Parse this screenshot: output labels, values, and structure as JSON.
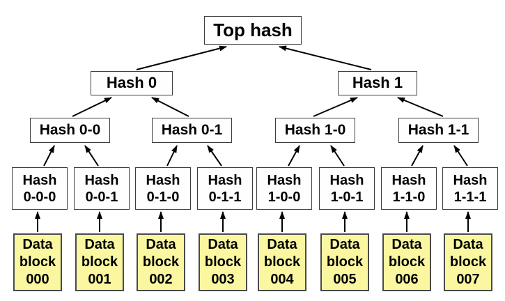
{
  "tree": {
    "root": {
      "label": "Top hash"
    },
    "level2": [
      {
        "label": "Hash 0"
      },
      {
        "label": "Hash 1"
      }
    ],
    "level3": [
      {
        "label": "Hash 0-0"
      },
      {
        "label": "Hash 0-1"
      },
      {
        "label": "Hash 1-0"
      },
      {
        "label": "Hash 1-1"
      }
    ],
    "level4": [
      {
        "line1": "Hash",
        "line2": "0-0-0"
      },
      {
        "line1": "Hash",
        "line2": "0-0-1"
      },
      {
        "line1": "Hash",
        "line2": "0-1-0"
      },
      {
        "line1": "Hash",
        "line2": "0-1-1"
      },
      {
        "line1": "Hash",
        "line2": "1-0-0"
      },
      {
        "line1": "Hash",
        "line2": "1-0-1"
      },
      {
        "line1": "Hash",
        "line2": "1-1-0"
      },
      {
        "line1": "Hash",
        "line2": "1-1-1"
      }
    ],
    "data_blocks": [
      {
        "line1": "Data",
        "line2": "block",
        "line3": "000"
      },
      {
        "line1": "Data",
        "line2": "block",
        "line3": "001"
      },
      {
        "line1": "Data",
        "line2": "block",
        "line3": "002"
      },
      {
        "line1": "Data",
        "line2": "block",
        "line3": "003"
      },
      {
        "line1": "Data",
        "line2": "block",
        "line3": "004"
      },
      {
        "line1": "Data",
        "line2": "block",
        "line3": "005"
      },
      {
        "line1": "Data",
        "line2": "block",
        "line3": "006"
      },
      {
        "line1": "Data",
        "line2": "block",
        "line3": "007"
      }
    ]
  },
  "colors": {
    "bg": "#ffffff",
    "hash_fill": "#fefefe",
    "hash_border": "#3c3c3c",
    "data_fill": "#faf7a0",
    "data_border": "#4a4a4a",
    "arrow_color": "#000000",
    "text_color": "#000000"
  }
}
